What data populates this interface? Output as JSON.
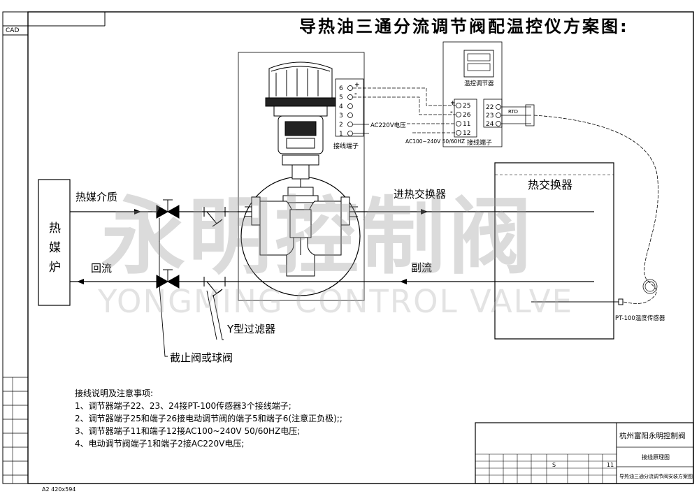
{
  "title": "导热油三通分流调节阀配温控仪方案图:",
  "cad_label": "CAD",
  "paper_size": "A2 420x594",
  "watermark": {
    "cn": "永明控制阀",
    "en": "YONGMING CONTROL VALVE"
  },
  "labels": {
    "furnace": [
      "热",
      "媒",
      "炉"
    ],
    "heat_medium": "热媒介质",
    "return_flow": "回流",
    "into_exchanger": "进热交换器",
    "bypass": "副流",
    "exchanger": "热交换器",
    "y_filter": "Y型过滤器",
    "stop_valve": "截止阀或球阀",
    "pt100": "PT-100温度传感器",
    "ac220": "AC220V电压",
    "ac100": "AC100~240V 50/60HZ",
    "terminal_left": "接线端子",
    "terminal_right": "接线端子",
    "controller": "温控调节器",
    "rtd": "RTD"
  },
  "valve_terminals": [
    "6",
    "5",
    "4",
    "3",
    "2",
    "1"
  ],
  "ctrl_terminals_a": [
    "25",
    "26",
    "11",
    "12"
  ],
  "ctrl_terminals_b": [
    "22",
    "23",
    "24"
  ],
  "notes": {
    "heading": "接线说明及注意事项:",
    "items": [
      "1、调节器端子22、23、24接PT-100传感器3个接线端子;",
      "2、调节器端子25和端子26接电动调节阀的端子5和端子6(注意正负极);;",
      "3、调节器端子11和端子12接AC100~240V 50/60HZ电压;",
      "4、电动调节阀端子1和端子2接AC220V电压;"
    ]
  },
  "title_block": {
    "company": "杭州富阳永明控制阀",
    "drawing_type": "接线原理图",
    "drawing_name": "导热油三通分流调节阀安装方案图",
    "scale_value": "S",
    "sheet_value": "11"
  }
}
